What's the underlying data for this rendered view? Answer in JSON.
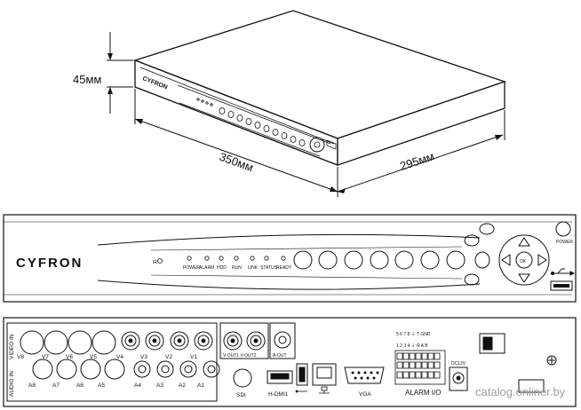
{
  "dimensions": {
    "height": "45мм",
    "width": "350мм",
    "depth": "295мм"
  },
  "front_panel": {
    "brand": "CYFRON",
    "ir_label": "IR",
    "indicators": [
      "POWER",
      "ALARM",
      "HDD",
      "RUN",
      "LINK",
      "STATUS",
      "READY"
    ],
    "power_label": "POWER",
    "nav_center": "OK"
  },
  "rear_panel": {
    "video_in_label": "VIDEO IN",
    "audio_in_label": "AUDIO IN",
    "video_labels": [
      "V8",
      "V7",
      "V6",
      "V5",
      "V4",
      "V3",
      "V2",
      "V1"
    ],
    "audio_labels": [
      "A8",
      "A7",
      "A6",
      "A5",
      "A4",
      "A3",
      "A2",
      "A1"
    ],
    "vout_label": "V-OUT1 V-OUT2",
    "aout_label": "A-OUT",
    "sdi_label": "SDI",
    "hdmi_label": "H-DMI1",
    "vga_label": "VGA",
    "alarm_label": "ALARM I/O",
    "alarm_top_labels": "5 6 7 8 ⏚ T  GND",
    "alarm_bottom_labels": "1 2 3 4 ⏚ R  A  B",
    "dc_label": "DC12V"
  },
  "watermark": "catalog.onliner.by"
}
